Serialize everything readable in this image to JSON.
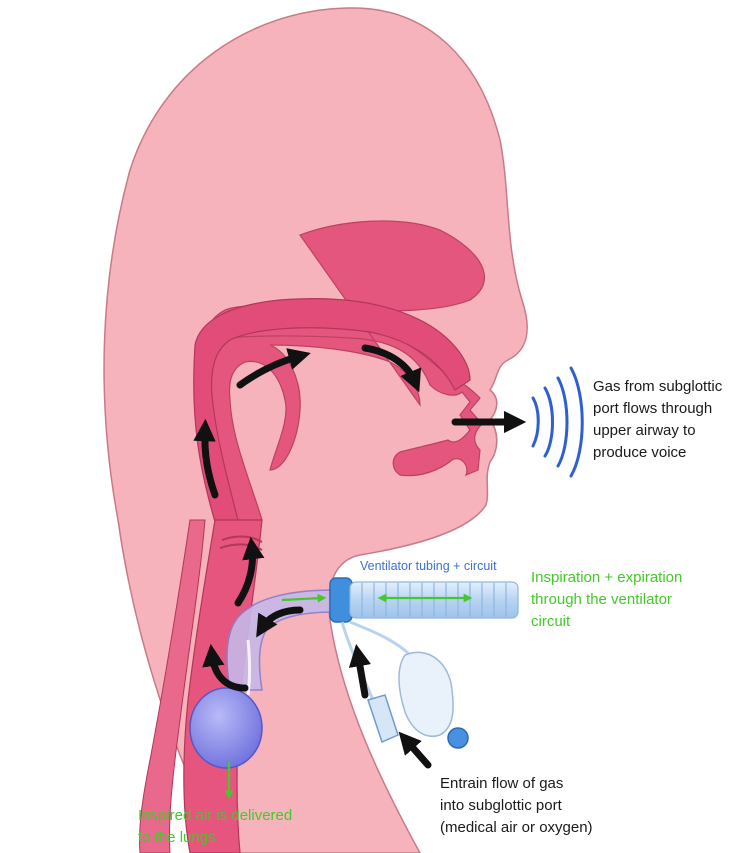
{
  "labels": {
    "voice": [
      "Gas from subglottic",
      "port flows through",
      "upper airway to",
      "produce voice"
    ],
    "tubing": "Ventilator tubing + circuit",
    "circuit": [
      "Inspiration + expiration",
      "through the ventilator",
      "circuit"
    ],
    "entrain": [
      "Entrain flow of gas",
      "into subglottic port",
      "(medical air or oxygen)"
    ],
    "lungs": [
      "Inspired air is delivered",
      "to the lungs"
    ]
  },
  "colors": {
    "skin": "#f6b3bb",
    "skin_outline": "#c97a86",
    "airway": "#e4527a",
    "airway_outline": "#b93a5e",
    "arrow": "#111111",
    "green": "#44c82a",
    "voice_waves": "#2f5fd0",
    "tube": "#bcd8f5",
    "connector": "#3f8fdc",
    "cuff": "#8c8ef0"
  }
}
